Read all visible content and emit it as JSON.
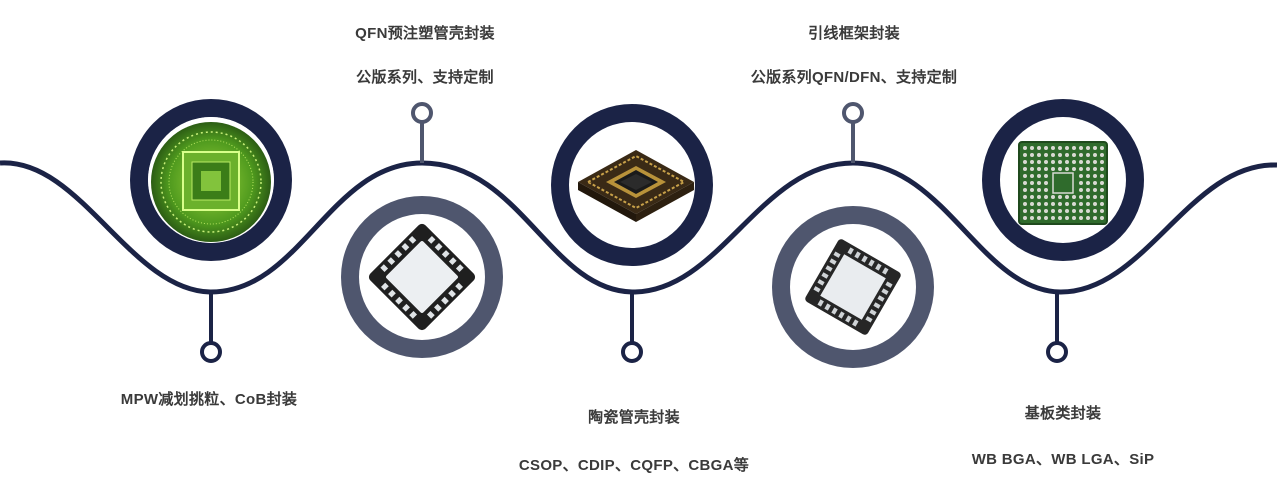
{
  "stages": [
    {
      "title": "MPW减划挑粒、CoB封装",
      "subtitle": "",
      "image": "green-die-chip"
    },
    {
      "title": "QFN预注塑管壳封装",
      "subtitle": "公版系列、支持定制",
      "image": "qfn-preform-chip"
    },
    {
      "title": "陶瓷管壳封装",
      "subtitle": "CSOP、CDIP、CQFP、CBGA等",
      "image": "ceramic-gold-chip"
    },
    {
      "title": "引线框架封装",
      "subtitle": "公版系列QFN/DFN、支持定制",
      "image": "qfn-molded-chip"
    },
    {
      "title": "基板类封装",
      "subtitle": "WB BGA、WB LGA、SiP",
      "image": "bga-substrate-chip"
    }
  ],
  "colors": {
    "navy": "#1b2346",
    "slate": "#4f566e",
    "text": "#3a3a3a"
  }
}
